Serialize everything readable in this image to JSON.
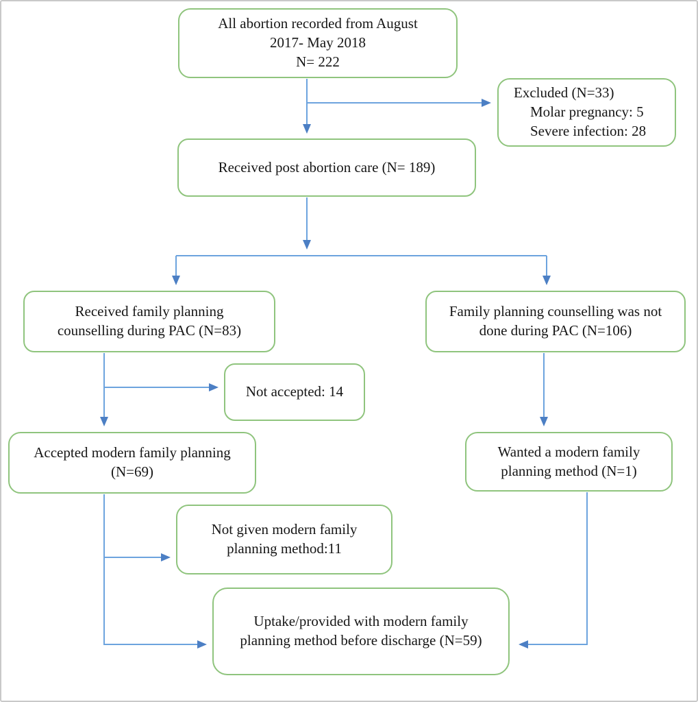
{
  "title": "Post-abortion care family planning flowchart",
  "colors": {
    "box_border": "#8fc47d",
    "arrow_line": "#6ca3de",
    "arrow_head": "#4c7fc4",
    "page_border": "#c9c9c9",
    "text": "#161616"
  },
  "nodes": {
    "start": {
      "lines": [
        "All abortion recorded from August",
        "2017- May 2018",
        "N= 222"
      ]
    },
    "excluded": {
      "lines": [
        "Excluded (N=33)",
        "Molar pregnancy: 5",
        "Severe infection: 28"
      ]
    },
    "pac": {
      "lines": [
        "Received post abortion care (N= 189)"
      ]
    },
    "counselled": {
      "lines": [
        "Received family planning",
        "counselling during PAC (N=83)"
      ]
    },
    "not_counselled": {
      "lines": [
        "Family planning counselling was not",
        "done during PAC (N=106)"
      ]
    },
    "not_accepted": {
      "lines": [
        "Not accepted: 14"
      ]
    },
    "accepted": {
      "lines": [
        "Accepted modern family planning",
        "(N=69)"
      ]
    },
    "wanted": {
      "lines": [
        "Wanted a modern family",
        "planning method (N=1)"
      ]
    },
    "not_given": {
      "lines": [
        "Not given modern family",
        "planning method:11"
      ]
    },
    "uptake": {
      "lines": [
        "Uptake/provided with modern family",
        "planning method before discharge (N=59)"
      ]
    }
  },
  "edges": [
    {
      "from": "start",
      "to": "pac"
    },
    {
      "from": "start",
      "to": "excluded"
    },
    {
      "from": "pac",
      "to": "counselled"
    },
    {
      "from": "pac",
      "to": "not_counselled"
    },
    {
      "from": "counselled",
      "to": "not_accepted"
    },
    {
      "from": "counselled",
      "to": "accepted"
    },
    {
      "from": "not_counselled",
      "to": "wanted"
    },
    {
      "from": "accepted",
      "to": "not_given"
    },
    {
      "from": "accepted",
      "to": "uptake"
    },
    {
      "from": "wanted",
      "to": "uptake"
    }
  ]
}
